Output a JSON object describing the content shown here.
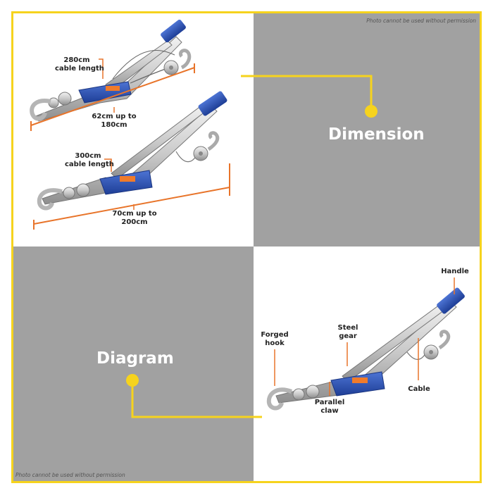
{
  "permission_notice": "Photo cannot be used without permission",
  "headings": {
    "dimension": "Dimension",
    "diagram": "Diagram"
  },
  "models": [
    {
      "cable": [
        "280cm",
        "cable length"
      ],
      "span": [
        "62cm up to",
        "180cm"
      ]
    },
    {
      "cable": [
        "300cm",
        "cable length"
      ],
      "span": [
        "70cm up to",
        "200cm"
      ]
    }
  ],
  "parts": {
    "handle": [
      "Handle"
    ],
    "forged_hook": [
      "Forged",
      "hook"
    ],
    "steel_gear": [
      "Steel",
      "gear"
    ],
    "cable": [
      "Cable"
    ],
    "parallel_claw": [
      "Parallel",
      "claw"
    ]
  },
  "colors": {
    "accent_yellow": "#f6d31d",
    "dimension_orange": "#e8742a",
    "panel_gray": "#a1a1a1",
    "tool_blue": "#2d55b5"
  }
}
